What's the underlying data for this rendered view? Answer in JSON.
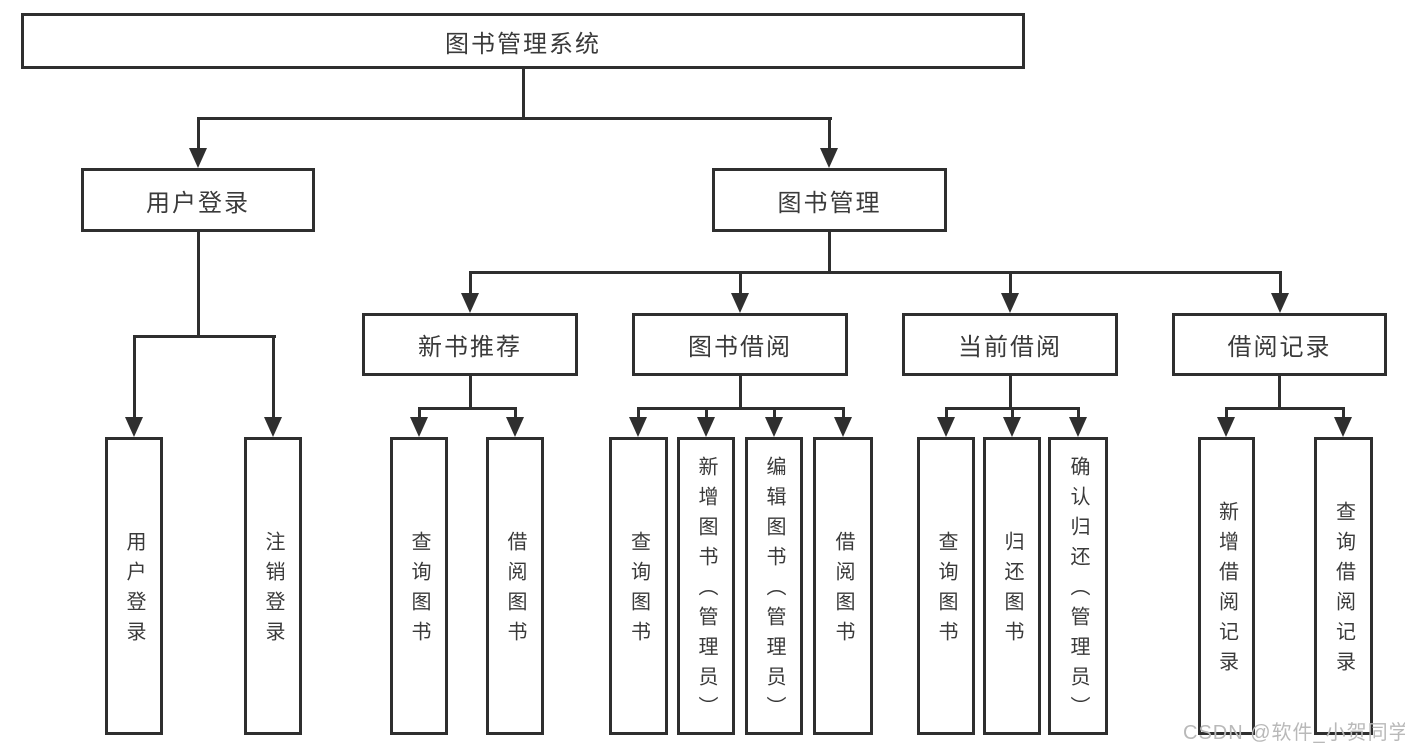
{
  "root": {
    "label": "图书管理系统"
  },
  "user_login": {
    "label": "用户登录",
    "children": [
      {
        "label": "用户登录"
      },
      {
        "label": "注销登录"
      }
    ]
  },
  "book_mgmt": {
    "label": "图书管理",
    "new_book": {
      "label": "新书推荐",
      "children": [
        {
          "label": "查询图书"
        },
        {
          "label": "借阅图书"
        }
      ]
    },
    "book_borrow": {
      "label": "图书借阅",
      "children": [
        {
          "label": "查询图书"
        },
        {
          "label": "新增图书（管理员）"
        },
        {
          "label": "编辑图书（管理员）"
        },
        {
          "label": "借阅图书"
        }
      ]
    },
    "current_borrow": {
      "label": "当前借阅",
      "children": [
        {
          "label": "查询图书"
        },
        {
          "label": "归还图书"
        },
        {
          "label": "确认归还（管理员）"
        }
      ]
    },
    "borrow_record": {
      "label": "借阅记录",
      "children": [
        {
          "label": "新增借阅记录"
        },
        {
          "label": "查询借阅记录"
        }
      ]
    }
  },
  "watermark": {
    "text": "CSDN @软件_小贺同学"
  },
  "colors": {
    "line": "#2f2f2f",
    "text": "#3a3a3a",
    "watermark": "#b9b9b9",
    "background": "#ffffff"
  }
}
